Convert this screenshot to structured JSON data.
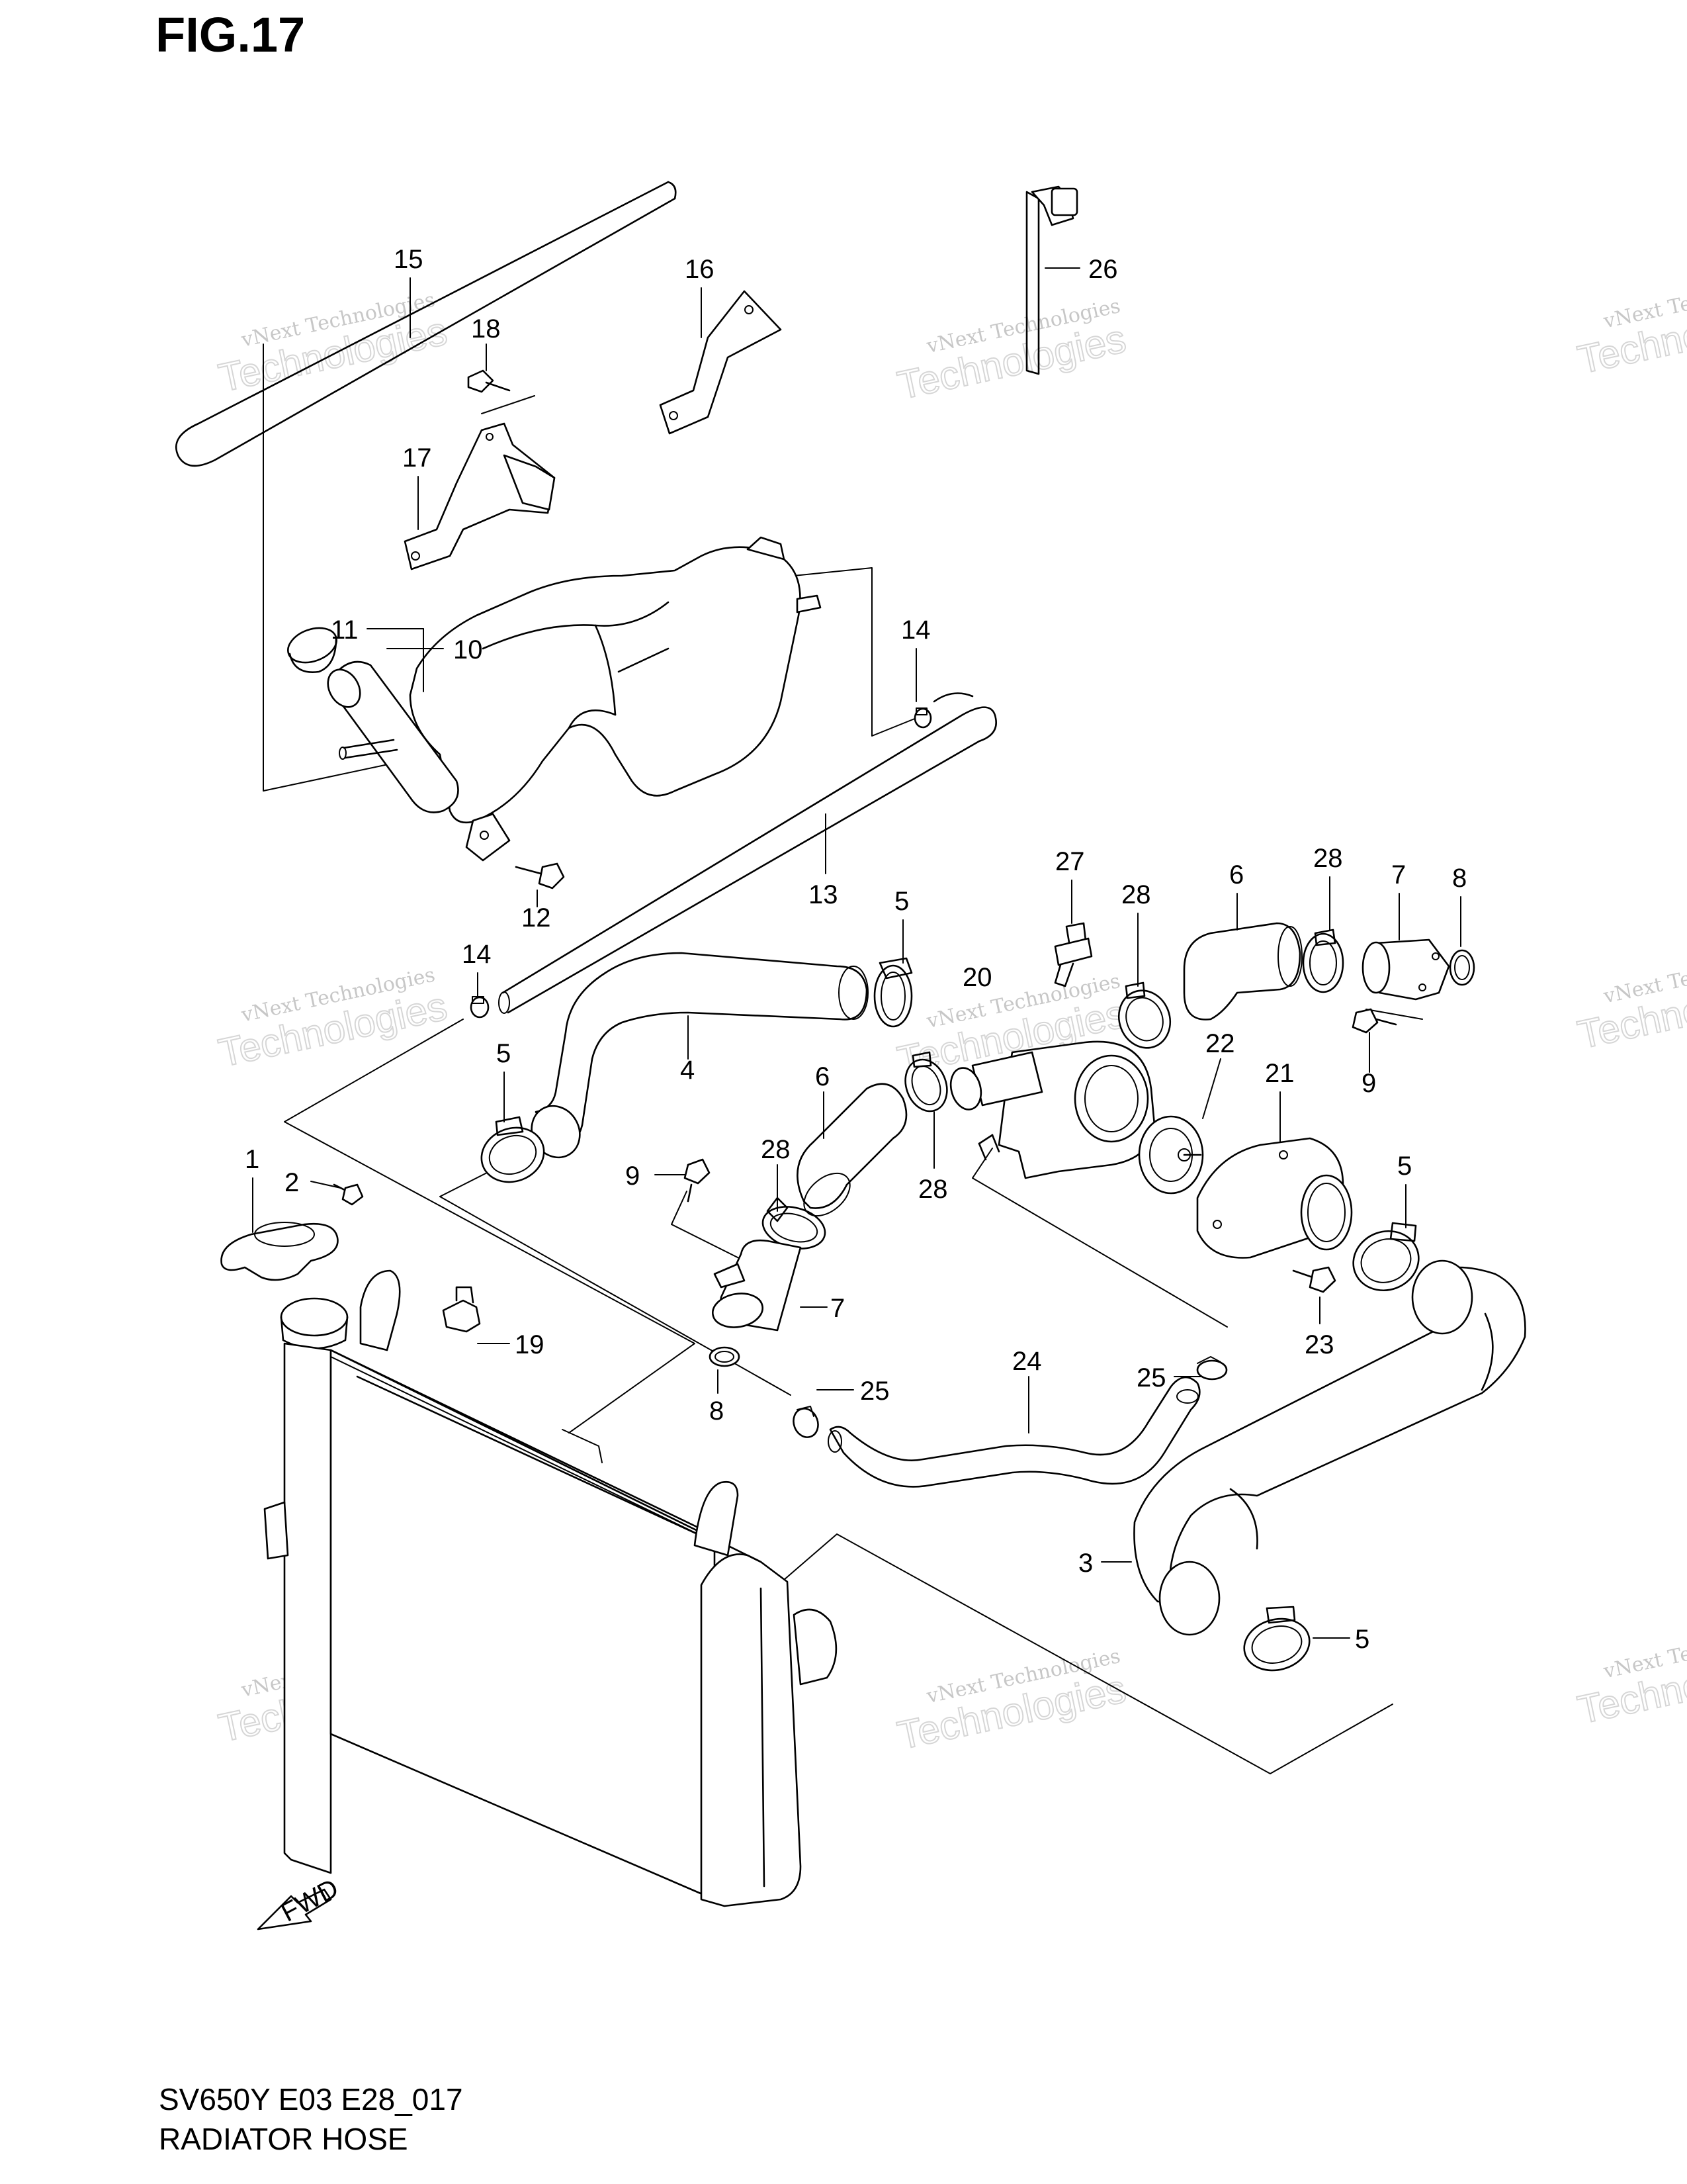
{
  "figure_label": "FIG.17",
  "footer": {
    "model_code": "SV650Y E03 E28_017",
    "section_name": "RADIATOR HOSE"
  },
  "fwd_marker": "FWD",
  "watermark": {
    "line1": "vNext Technologies",
    "line2": "Technologies"
  },
  "callouts": [
    {
      "id": "c15",
      "label": "15"
    },
    {
      "id": "c16",
      "label": "16"
    },
    {
      "id": "c26",
      "label": "26"
    },
    {
      "id": "c18",
      "label": "18"
    },
    {
      "id": "c17",
      "label": "17"
    },
    {
      "id": "c11",
      "label": "11"
    },
    {
      "id": "c10",
      "label": "10"
    },
    {
      "id": "c14a",
      "label": "14"
    },
    {
      "id": "c12",
      "label": "12"
    },
    {
      "id": "c13",
      "label": "13"
    },
    {
      "id": "c27",
      "label": "27"
    },
    {
      "id": "c6a",
      "label": "6"
    },
    {
      "id": "c28a",
      "label": "28"
    },
    {
      "id": "c7a",
      "label": "7"
    },
    {
      "id": "c8a",
      "label": "8"
    },
    {
      "id": "c5a",
      "label": "5"
    },
    {
      "id": "c28b",
      "label": "28"
    },
    {
      "id": "c20",
      "label": "20"
    },
    {
      "id": "c14b",
      "label": "14"
    },
    {
      "id": "c4",
      "label": "4"
    },
    {
      "id": "c9a",
      "label": "9"
    },
    {
      "id": "c5b",
      "label": "5"
    },
    {
      "id": "c6b",
      "label": "6"
    },
    {
      "id": "c22",
      "label": "22"
    },
    {
      "id": "c21",
      "label": "21"
    },
    {
      "id": "c1",
      "label": "1"
    },
    {
      "id": "c2",
      "label": "2"
    },
    {
      "id": "c9b",
      "label": "9"
    },
    {
      "id": "c28c",
      "label": "28"
    },
    {
      "id": "c28d",
      "label": "28"
    },
    {
      "id": "c5c",
      "label": "5"
    },
    {
      "id": "c7b",
      "label": "7"
    },
    {
      "id": "c19",
      "label": "19"
    },
    {
      "id": "c23",
      "label": "23"
    },
    {
      "id": "c24",
      "label": "24"
    },
    {
      "id": "c25a",
      "label": "25"
    },
    {
      "id": "c25b",
      "label": "25"
    },
    {
      "id": "c8b",
      "label": "8"
    },
    {
      "id": "c3",
      "label": "3"
    },
    {
      "id": "c5d",
      "label": "5"
    }
  ]
}
